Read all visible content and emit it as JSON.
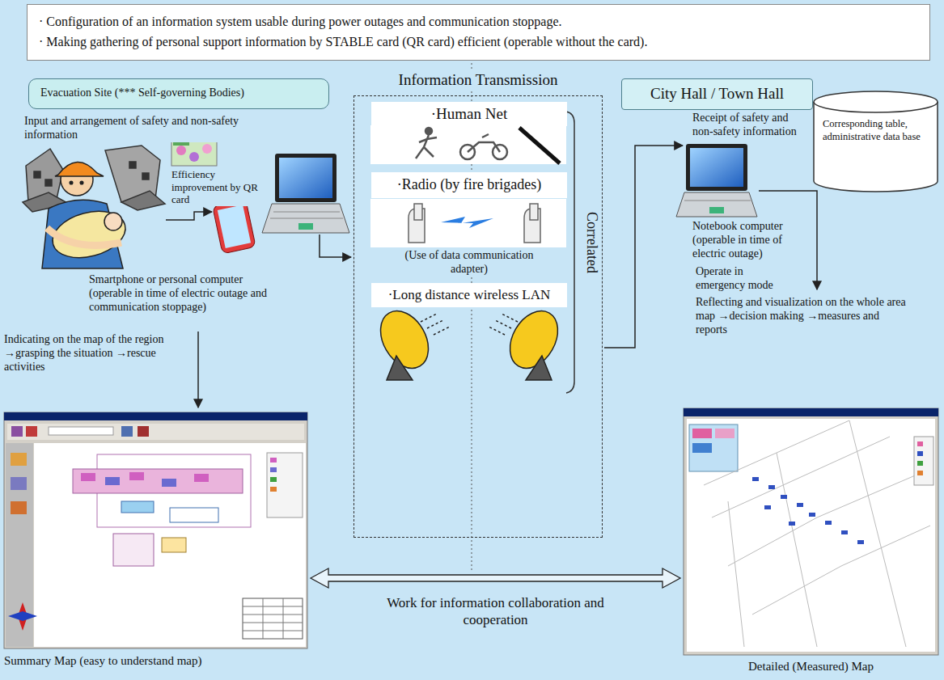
{
  "diagram": {
    "nodes": [
      {
        "text": [
          "· Configuration of an information system usable during power outages and communication stoppage.",
          "· Making gathering of personal support information by STABLE card (QR card) efficient (operable without the card)."
        ]
      },
      {
        "text": [
          "Evacuation Site (*** Self-governing Bodies)"
        ]
      },
      {
        "text": [
          "Information Transmission"
        ]
      },
      {
        "text": [
          "·Human Net"
        ],
        "in": 2
      },
      {
        "text": [
          "·Radio (by fire brigades)"
        ],
        "in": 2
      },
      {
        "text": [
          "·Long distance wireless LAN"
        ],
        "in": 2
      },
      {
        "text": [
          "City Hall / Town Hall"
        ]
      },
      {
        "text": [
          "Corresponding table, administrative data base"
        ]
      },
      {
        "text": [
          "Summary Map (easy to understand map)"
        ]
      },
      {
        "text": [
          "Detailed (Measured) Map"
        ]
      }
    ],
    "edges": [
      {
        "from": 8,
        "to": 9,
        "arrow": "both",
        "label": "Work for information collaboration and cooperation"
      }
    ],
    "labels": [
      "Input and arrangement of safety and non-safety information",
      "Efficiency improvement by QR card",
      "Smartphone or personal computer (operable in time of electric outage and communication stoppage)",
      "Indicating on the map of the region →grasping the situation →rescue activities",
      "(Use of data communication adapter)",
      "Correlated",
      "Receipt of safety and non-safety information",
      "Notebook computer (operable in time of electric outage)",
      "Operate in emergency mode",
      "Reflecting and visualization on the whole area map →decision making →measures and reports"
    ]
  }
}
